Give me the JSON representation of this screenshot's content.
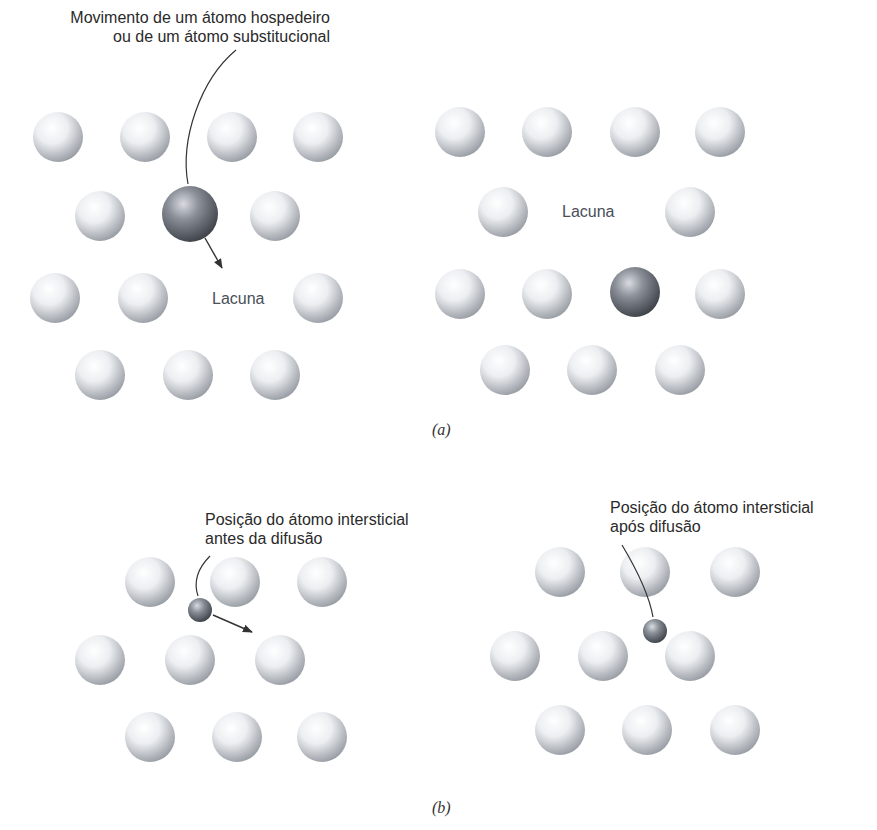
{
  "diagram": {
    "labels": [
      "Movimento de um átomo hospedeiro ou de um átomo substitucional",
      "Lacuna",
      "Lacuna",
      "(a)",
      "Posição do átomo intersticial antes da difusão",
      "Posição do átomo intersticial após difusão",
      "(b)"
    ]
  }
}
